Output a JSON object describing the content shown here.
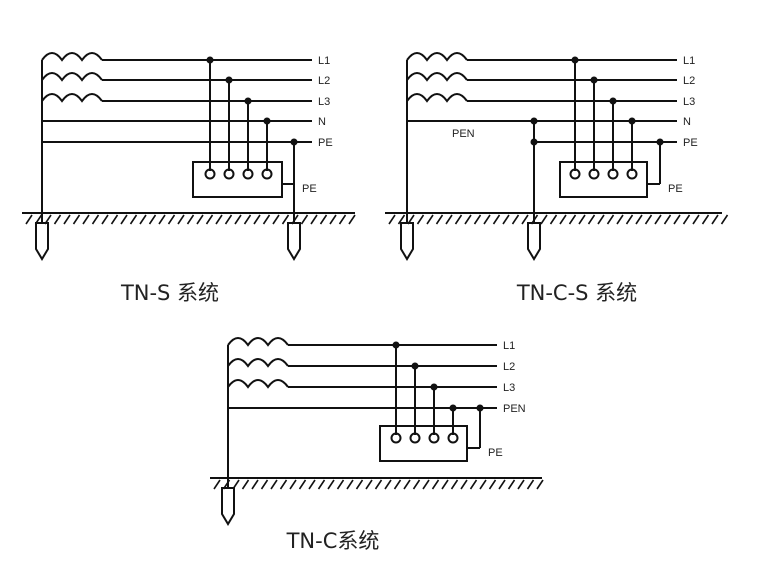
{
  "diagrams": [
    {
      "id": "tn-s",
      "title": "TN-S 系统",
      "line_labels": [
        "L1",
        "L2",
        "L3",
        "N",
        "PE"
      ],
      "pe_label": "PE"
    },
    {
      "id": "tn-c-s",
      "title": "TN-C-S 系统",
      "line_labels": [
        "L1",
        "L2",
        "L3",
        "N",
        "PE"
      ],
      "pen_label": "PEN",
      "pe_label": "PE"
    },
    {
      "id": "tn-c",
      "title": "TN-C系统",
      "line_labels": [
        "L1",
        "L2",
        "L3",
        "PEN"
      ],
      "pe_label": "PE"
    }
  ]
}
